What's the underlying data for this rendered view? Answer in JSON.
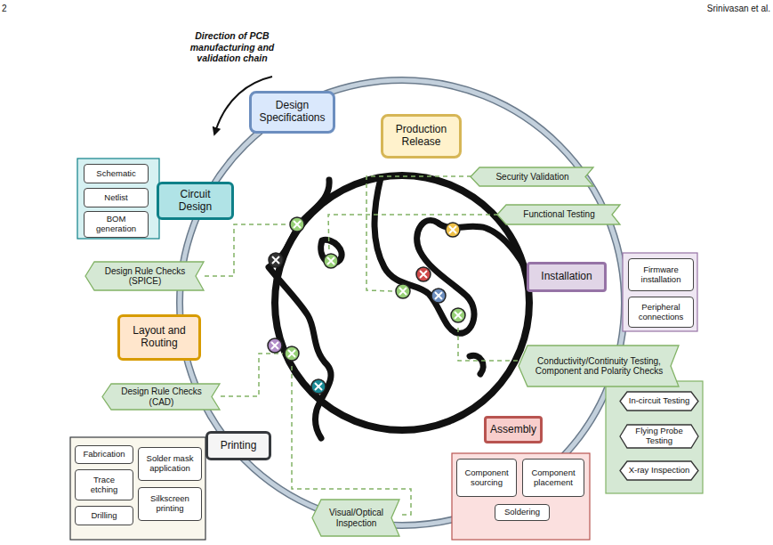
{
  "diagram": {
    "nodes": [
      {
        "text": [
          "Design Specifications"
        ]
      },
      {
        "text": [
          "Production Release"
        ]
      },
      {
        "text": [
          "Circuit Design"
        ]
      },
      {
        "text": [
          "Schematic"
        ]
      },
      {
        "text": [
          "Netlist"
        ]
      },
      {
        "text": [
          "BOM generation"
        ]
      },
      {
        "text": [
          "Security Validation"
        ]
      },
      {
        "text": [
          "Functional Testing"
        ]
      },
      {
        "text": [
          "Design Rule Checks (SPICE)"
        ]
      },
      {
        "text": [
          "Installation"
        ]
      },
      {
        "text": [
          "Firmware installation"
        ]
      },
      {
        "text": [
          "Peripheral connections"
        ]
      },
      {
        "text": [
          "Layout and Routing"
        ]
      },
      {
        "text": [
          "Conductivity/Continuity Testing, Component and Polarity Checks"
        ]
      },
      {
        "text": [
          "Design Rule Checks (CAD)"
        ]
      },
      {
        "text": [
          "In-circuit Testing"
        ]
      },
      {
        "text": [
          "Flying Probe Testing"
        ]
      },
      {
        "text": [
          "X-ray Inspection"
        ]
      },
      {
        "text": [
          "Printing"
        ]
      },
      {
        "text": [
          "Fabrication"
        ]
      },
      {
        "text": [
          "Trace etching"
        ]
      },
      {
        "text": [
          "Drilling"
        ]
      },
      {
        "text": [
          "Solder mask application"
        ]
      },
      {
        "text": [
          "Silkscreen printing"
        ]
      },
      {
        "text": [
          "Assembly"
        ]
      },
      {
        "text": [
          "Visual/Optical Inspection"
        ]
      },
      {
        "text": [
          "Component sourcing"
        ]
      },
      {
        "text": [
          "Component placement"
        ]
      },
      {
        "text": [
          "Soldering"
        ]
      }
    ],
    "labels": [
      "2",
      "Srinivasan et al.",
      "Direction of PCB manufacturing and validation chain"
    ]
  }
}
